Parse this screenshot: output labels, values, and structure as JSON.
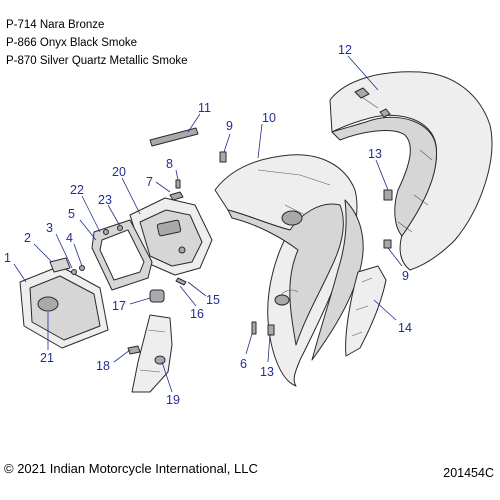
{
  "legend": [
    "P-714 Nara Bronze",
    "P-866 Onyx Black Smoke",
    "P-870 Silver Quartz Metallic Smoke"
  ],
  "callouts": [
    "1",
    "2",
    "3",
    "4",
    "5",
    "6",
    "7",
    "8",
    "9",
    "9",
    "10",
    "11",
    "12",
    "13",
    "13",
    "14",
    "15",
    "16",
    "17",
    "18",
    "19",
    "20",
    "21",
    "22",
    "23"
  ],
  "footer": {
    "copyright": "© 2021 Indian Motorcycle International, LLC",
    "part_number": "201454C"
  },
  "colors": {
    "callout": "#1f2f8f",
    "line": "#2a2a2a"
  }
}
